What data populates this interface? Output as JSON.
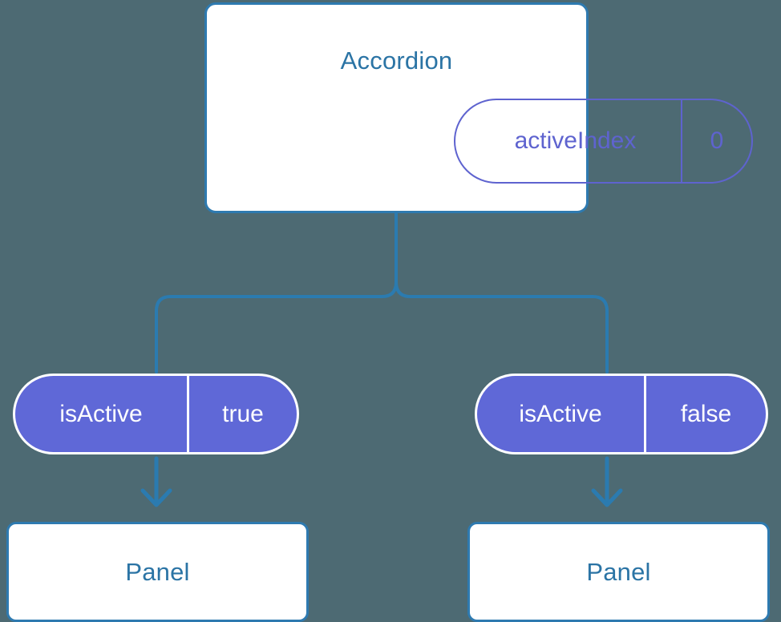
{
  "theme": {
    "background": "#4d6a73",
    "card_fill": "#ffffff",
    "card_border": "#2e7ab0",
    "card_title_color": "#2b74a5",
    "pill_outline_color": "#5e63cf",
    "pill_filled_color": "#5f68d7",
    "pill_filled_text": "#ffffff",
    "connector_color": "#2b7bb0"
  },
  "diagram": {
    "type": "component-tree",
    "root": {
      "name": "accordion-component",
      "title": "Accordion",
      "state": {
        "key": "activeIndex",
        "value": "0"
      }
    },
    "children": [
      {
        "name": "panel-branch-left",
        "prop": {
          "key": "isActive",
          "value": "true"
        },
        "component": {
          "title": "Panel"
        }
      },
      {
        "name": "panel-branch-right",
        "prop": {
          "key": "isActive",
          "value": "false"
        },
        "component": {
          "title": "Panel"
        }
      }
    ]
  }
}
